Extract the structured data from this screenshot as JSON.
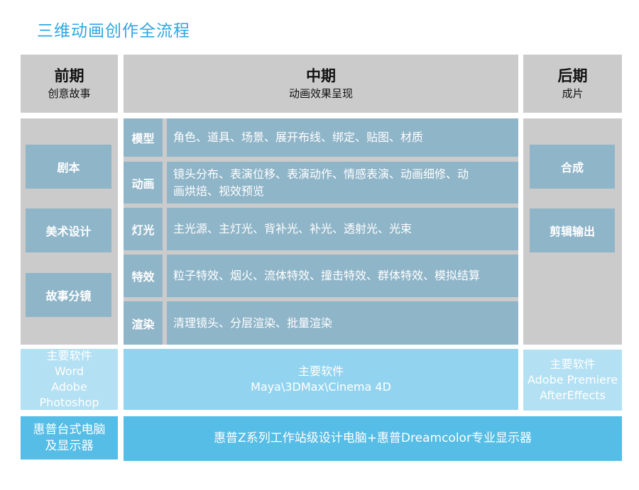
{
  "title": "三维动画创作全流程",
  "phases": [
    {
      "name": "前期",
      "sub": "创意故事"
    },
    {
      "name": "中期",
      "sub": "动画效果呈现"
    },
    {
      "name": "后期",
      "sub": "成片"
    }
  ],
  "pre_steps": [
    "剧本",
    "美术设计",
    "故事分镜"
  ],
  "mid_rows": [
    {
      "label": "模型",
      "content": "角色、道具、场景、展开布线、绑定、贴图、材质"
    },
    {
      "label": "动画",
      "content": "镜头分布、表演位移、表演动作、情感表演、动画细修、动画烘焙、视效预览"
    },
    {
      "label": "灯光",
      "content": "主光源、主灯光、背补光、补光、透射光、光束"
    },
    {
      "label": "特效",
      "content": "粒子特效、烟火、流体特效、撞击特效、群体特效、模拟结算"
    },
    {
      "label": "渲染",
      "content": "清理镜头、分层渲染、批量渲染"
    }
  ],
  "post_steps": [
    "合成",
    "剪辑输出"
  ],
  "software": {
    "pre": {
      "label": "主要软件",
      "items": [
        "Word",
        "Adobe Photoshop"
      ]
    },
    "mid": {
      "label": "主要软件",
      "items": [
        "Maya\\3DMax\\Cinema 4D"
      ]
    },
    "post": {
      "label": "主要软件",
      "items": [
        "Adobe Premiere",
        "AfterEffects"
      ]
    }
  },
  "hardware": {
    "pre": "惠普台式电脑及显示器",
    "main": "惠普Z系列工作站级设计电脑+惠普Dreamcolor专业显示器"
  },
  "colors": {
    "title": "#2ea7e0",
    "header": "#cbcbcb",
    "cell": "#8fb5c8",
    "software_light": "#b3e0f3",
    "software_mid": "#92d4ef",
    "hardware": "#55bde6"
  }
}
